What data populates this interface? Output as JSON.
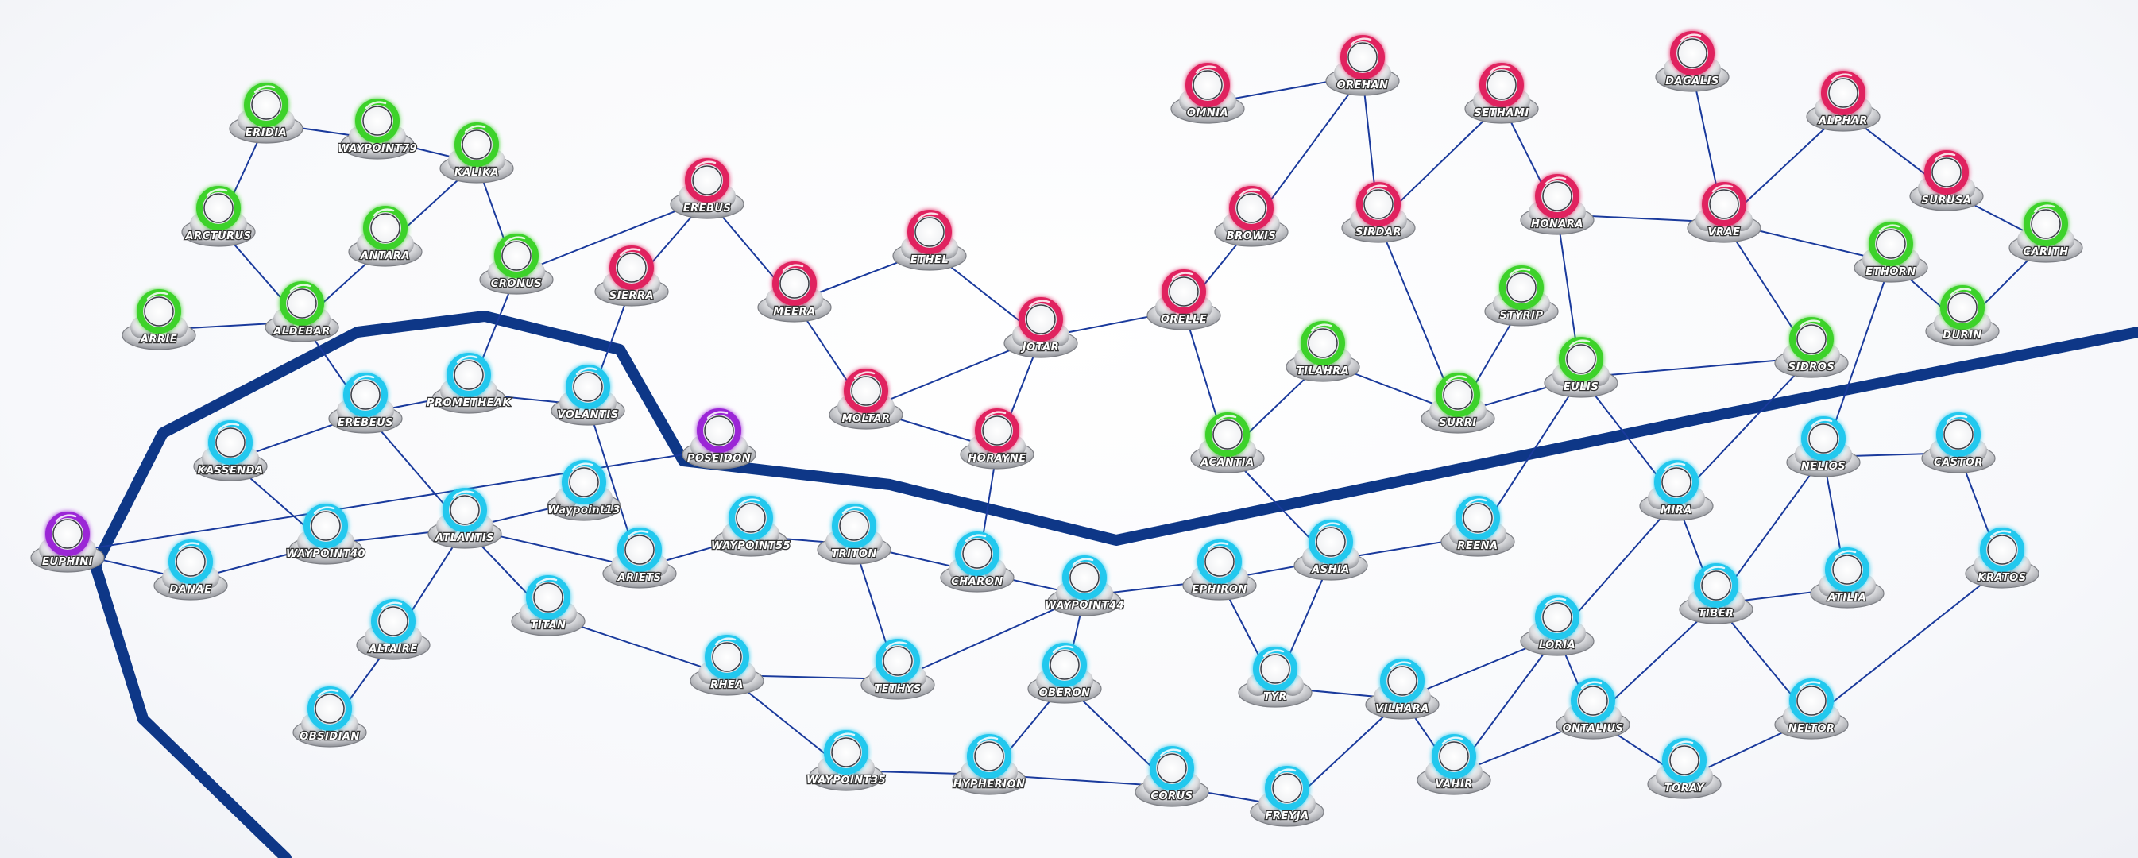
{
  "colors": {
    "green": "#3ed22a",
    "pink": "#e0245e",
    "cyan": "#22c8ee",
    "purple": "#9b27d6",
    "link": "#1a3a9c",
    "border": "#0e3787"
  },
  "nodes": {
    "erida": {
      "label": "ERIDIA",
      "color": "green"
    },
    "waypoint79": {
      "label": "WAYPOINT79",
      "color": "green"
    },
    "kalika": {
      "label": "KALIKA",
      "color": "green"
    },
    "arcturus": {
      "label": "ARCTURUS",
      "color": "green"
    },
    "antara": {
      "label": "ANTARA",
      "color": "green"
    },
    "cronus": {
      "label": "CRONUS",
      "color": "green"
    },
    "arrie": {
      "label": "ARRIE",
      "color": "green"
    },
    "aldebar": {
      "label": "ALDEBAR",
      "color": "green"
    },
    "erebus": {
      "label": "EREBUS",
      "color": "pink"
    },
    "sierra": {
      "label": "SIERRA",
      "color": "pink"
    },
    "meera": {
      "label": "MEERA",
      "color": "pink"
    },
    "ethel": {
      "label": "ETHEL",
      "color": "pink"
    },
    "jotar": {
      "label": "JOTAR",
      "color": "pink"
    },
    "moltar": {
      "label": "MOLTAR",
      "color": "pink"
    },
    "horayne": {
      "label": "HORAYNE",
      "color": "pink"
    },
    "omnia": {
      "label": "OMNIA",
      "color": "pink"
    },
    "orehan": {
      "label": "OREHAN",
      "color": "pink"
    },
    "sethami": {
      "label": "SETHAMI",
      "color": "pink"
    },
    "dagalis": {
      "label": "DAGALIS",
      "color": "pink"
    },
    "alphar": {
      "label": "ALPHAR",
      "color": "pink"
    },
    "browis": {
      "label": "BROWIS",
      "color": "pink"
    },
    "sirdar": {
      "label": "SIRDAR",
      "color": "pink"
    },
    "honara": {
      "label": "HONARA",
      "color": "pink"
    },
    "vrae": {
      "label": "VRAE",
      "color": "pink"
    },
    "surusa": {
      "label": "SURUSA",
      "color": "pink"
    },
    "orelle": {
      "label": "ORELLE",
      "color": "pink"
    },
    "carith": {
      "label": "CARITH",
      "color": "green"
    },
    "ethorn": {
      "label": "ETHORN",
      "color": "green"
    },
    "durin": {
      "label": "DURIN",
      "color": "green"
    },
    "styrip": {
      "label": "STYRIP",
      "color": "green"
    },
    "tilahra": {
      "label": "TILAHRA",
      "color": "green"
    },
    "surri": {
      "label": "SURRI",
      "color": "green"
    },
    "eulis": {
      "label": "EULIS",
      "color": "green"
    },
    "sidros": {
      "label": "SIDROS",
      "color": "green"
    },
    "acantia": {
      "label": "ACANTIA",
      "color": "green"
    },
    "erebeus": {
      "label": "EREBEUS",
      "color": "cyan"
    },
    "prometheak": {
      "label": "PROMETHEAK",
      "color": "cyan"
    },
    "volantis": {
      "label": "VOLANTIS",
      "color": "cyan"
    },
    "poseidon": {
      "label": "POSEIDON",
      "color": "purple"
    },
    "kassenda": {
      "label": "KASSENDA",
      "color": "cyan"
    },
    "waypoint13": {
      "label": "Waypoint13",
      "color": "cyan"
    },
    "waypoint40": {
      "label": "WAYPOINT40",
      "color": "cyan"
    },
    "atlantis": {
      "label": "ATLANTIS",
      "color": "cyan"
    },
    "aries": {
      "label": "ARIETS",
      "color": "cyan"
    },
    "waypoint55": {
      "label": "WAYPOINT55",
      "color": "cyan"
    },
    "triton": {
      "label": "TRITON",
      "color": "cyan"
    },
    "charon": {
      "label": "CHARON",
      "color": "cyan"
    },
    "waypoint44": {
      "label": "WAYPOINT44",
      "color": "cyan"
    },
    "ephiron": {
      "label": "EPHIRON",
      "color": "cyan"
    },
    "ashia": {
      "label": "ASHIA",
      "color": "cyan"
    },
    "reena": {
      "label": "REENA",
      "color": "cyan"
    },
    "euphini": {
      "label": "EUPHINI",
      "color": "purple"
    },
    "danae": {
      "label": "DANAE",
      "color": "cyan"
    },
    "altaire": {
      "label": "ALTAIRE",
      "color": "cyan"
    },
    "titan": {
      "label": "TITAN",
      "color": "cyan"
    },
    "rhea": {
      "label": "RHEA",
      "color": "cyan"
    },
    "tethys": {
      "label": "TETHYS",
      "color": "cyan"
    },
    "oberon": {
      "label": "OBERON",
      "color": "cyan"
    },
    "obsidian": {
      "label": "OBSIDIAN",
      "color": "cyan"
    },
    "waypoint35": {
      "label": "WAYPOINT35",
      "color": "cyan"
    },
    "hypherion": {
      "label": "HYPHERION",
      "color": "cyan"
    },
    "corus": {
      "label": "CORUS",
      "color": "cyan"
    },
    "freyja": {
      "label": "FREYJA",
      "color": "cyan"
    },
    "tyr": {
      "label": "TYR",
      "color": "cyan"
    },
    "vilhara": {
      "label": "VILHARA",
      "color": "cyan"
    },
    "loria": {
      "label": "LORIA",
      "color": "cyan"
    },
    "vahir": {
      "label": "VAHIR",
      "color": "cyan"
    },
    "ontalius": {
      "label": "ONTALIUS",
      "color": "cyan"
    },
    "toray": {
      "label": "TORAY",
      "color": "cyan"
    },
    "mira": {
      "label": "MIRA",
      "color": "cyan"
    },
    "nelios": {
      "label": "NELIOS",
      "color": "cyan"
    },
    "castor": {
      "label": "CASTOR",
      "color": "cyan"
    },
    "tiber": {
      "label": "TIBER",
      "color": "cyan"
    },
    "atilia": {
      "label": "ATILIA",
      "color": "cyan"
    },
    "kratos": {
      "label": "KRATOS",
      "color": "cyan"
    },
    "neltor": {
      "label": "NELTOR",
      "color": "cyan"
    }
  },
  "links": [
    [
      "erida",
      "waypoint79"
    ],
    [
      "waypoint79",
      "kalika"
    ],
    [
      "erida",
      "arcturus"
    ],
    [
      "kalika",
      "antara"
    ],
    [
      "kalika",
      "cronus"
    ],
    [
      "antara",
      "aldebar"
    ],
    [
      "arcturus",
      "aldebar"
    ],
    [
      "arrie",
      "aldebar"
    ],
    [
      "aldebar",
      "erebeus"
    ],
    [
      "cronus",
      "erebus"
    ],
    [
      "cronus",
      "prometheak"
    ],
    [
      "erebus",
      "sierra"
    ],
    [
      "erebus",
      "meera"
    ],
    [
      "sierra",
      "volantis"
    ],
    [
      "meera",
      "ethel"
    ],
    [
      "meera",
      "moltar"
    ],
    [
      "ethel",
      "jotar"
    ],
    [
      "moltar",
      "jotar"
    ],
    [
      "moltar",
      "horayne"
    ],
    [
      "jotar",
      "horayne"
    ],
    [
      "jotar",
      "orelle"
    ],
    [
      "horayne",
      "charon"
    ],
    [
      "orelle",
      "browis"
    ],
    [
      "orelle",
      "acantia"
    ],
    [
      "browis",
      "orehan"
    ],
    [
      "omnia",
      "orehan"
    ],
    [
      "orehan",
      "sirdar"
    ],
    [
      "sirdar",
      "sethami"
    ],
    [
      "sethami",
      "honara"
    ],
    [
      "sirdar",
      "surri"
    ],
    [
      "honara",
      "vrae"
    ],
    [
      "honara",
      "eulis"
    ],
    [
      "dagalis",
      "vrae"
    ],
    [
      "alphar",
      "vrae"
    ],
    [
      "alphar",
      "surusa"
    ],
    [
      "surusa",
      "carith"
    ],
    [
      "vrae",
      "ethorn"
    ],
    [
      "vrae",
      "sidros"
    ],
    [
      "carith",
      "durin"
    ],
    [
      "ethorn",
      "durin"
    ],
    [
      "ethorn",
      "nelios"
    ],
    [
      "styrip",
      "surri"
    ],
    [
      "tilahra",
      "surri"
    ],
    [
      "tilahra",
      "acantia"
    ],
    [
      "surri",
      "eulis"
    ],
    [
      "eulis",
      "sidros"
    ],
    [
      "eulis",
      "reena"
    ],
    [
      "eulis",
      "mira"
    ],
    [
      "sidros",
      "mira"
    ],
    [
      "acantia",
      "ashia"
    ],
    [
      "erebeus",
      "prometheak"
    ],
    [
      "erebeus",
      "kassenda"
    ],
    [
      "erebeus",
      "atlantis"
    ],
    [
      "prometheak",
      "volantis"
    ],
    [
      "volantis",
      "aries"
    ],
    [
      "waypoint13",
      "atlantis"
    ],
    [
      "kassenda",
      "waypoint40"
    ],
    [
      "waypoint40",
      "danae"
    ],
    [
      "waypoint40",
      "atlantis"
    ],
    [
      "danae",
      "euphini"
    ],
    [
      "euphini",
      "poseidon"
    ],
    [
      "atlantis",
      "aries"
    ],
    [
      "atlantis",
      "titan"
    ],
    [
      "atlantis",
      "altaire"
    ],
    [
      "aries",
      "waypoint55"
    ],
    [
      "waypoint55",
      "triton"
    ],
    [
      "triton",
      "charon"
    ],
    [
      "triton",
      "tethys"
    ],
    [
      "charon",
      "waypoint44"
    ],
    [
      "waypoint44",
      "tethys"
    ],
    [
      "waypoint44",
      "oberon"
    ],
    [
      "waypoint44",
      "ephiron"
    ],
    [
      "ephiron",
      "ashia"
    ],
    [
      "ashia",
      "reena"
    ],
    [
      "ephiron",
      "tyr"
    ],
    [
      "ashia",
      "tyr"
    ],
    [
      "tyr",
      "vilhara"
    ],
    [
      "vilhara",
      "loria"
    ],
    [
      "vilhara",
      "freyja"
    ],
    [
      "vilhara",
      "vahir"
    ],
    [
      "altaire",
      "obsidian"
    ],
    [
      "titan",
      "rhea"
    ],
    [
      "rhea",
      "tethys"
    ],
    [
      "rhea",
      "waypoint35"
    ],
    [
      "waypoint35",
      "hypherion"
    ],
    [
      "oberon",
      "hypherion"
    ],
    [
      "oberon",
      "corus"
    ],
    [
      "hypherion",
      "corus"
    ],
    [
      "corus",
      "freyja"
    ],
    [
      "loria",
      "vahir"
    ],
    [
      "loria",
      "ontalius"
    ],
    [
      "loria",
      "mira"
    ],
    [
      "mira",
      "tiber"
    ],
    [
      "ontalius",
      "vahir"
    ],
    [
      "ontalius",
      "toray"
    ],
    [
      "ontalius",
      "tiber"
    ],
    [
      "toray",
      "neltor"
    ],
    [
      "nelios",
      "castor"
    ],
    [
      "nelios",
      "tiber"
    ],
    [
      "nelios",
      "atilia"
    ],
    [
      "tiber",
      "atilia"
    ],
    [
      "tiber",
      "neltor"
    ],
    [
      "castor",
      "kratos"
    ],
    [
      "kratos",
      "neltor"
    ]
  ]
}
